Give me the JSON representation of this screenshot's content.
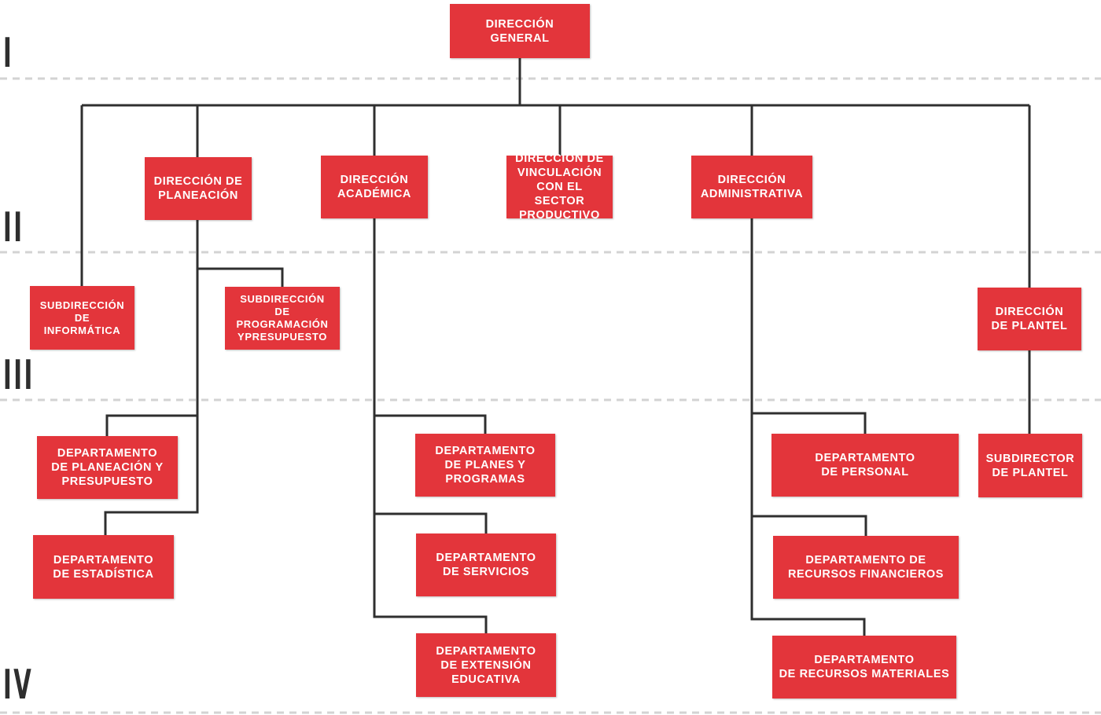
{
  "levels": [
    "I",
    "II",
    "III",
    "IV"
  ],
  "colors": {
    "box": "#e3353b",
    "connector": "#2f2f2f",
    "guide": "#d3d3d3",
    "text": "#ffffff"
  },
  "units": {
    "direccion_general": "DIRECCIÓN\nGENERAL",
    "direccion_planeacion": "DIRECCIÓN DE\nPLANEACIÓN",
    "direccion_academica": "DIRECCIÓN\nACADÉMICA",
    "direccion_vinculacion": "DIRECCIÓN DE\nVINCULACIÓN\nCON EL SECTOR\nPRODUCTIVO",
    "direccion_administrativa": "DIRECCIÓN\nADMINISTRATIVA",
    "subdireccion_informatica": "SUBDIRECCIÓN\nDE INFORMÁTICA",
    "subdireccion_programacion": "SUBDIRECCIÓN\nDE PROGRAMACIÓN\nYPRESUPUESTO",
    "direccion_plantel": "DIRECCIÓN\nDE PLANTEL",
    "depto_planeacion_presupuesto": "DEPARTAMENTO\nDE PLANEACIÓN Y\nPRESUPUESTO",
    "depto_estadistica": "DEPARTAMENTO\nDE ESTADÍSTICA",
    "depto_planes_programas": "DEPARTAMENTO\nDE PLANES Y\nPROGRAMAS",
    "depto_servicios": "DEPARTAMENTO\nDE SERVICIOS",
    "depto_extension_educativa": "DEPARTAMENTO\nDE EXTENSIÓN\nEDUCATIVA",
    "depto_personal": "DEPARTAMENTO\nDE PERSONAL",
    "depto_recursos_financieros": "DEPARTAMENTO DE\nRECURSOS FINANCIEROS",
    "depto_recursos_materiales": "DEPARTAMENTO\nDE RECURSOS MATERIALES",
    "subdirector_plantel": "SUBDIRECTOR\nDE PLANTEL"
  }
}
